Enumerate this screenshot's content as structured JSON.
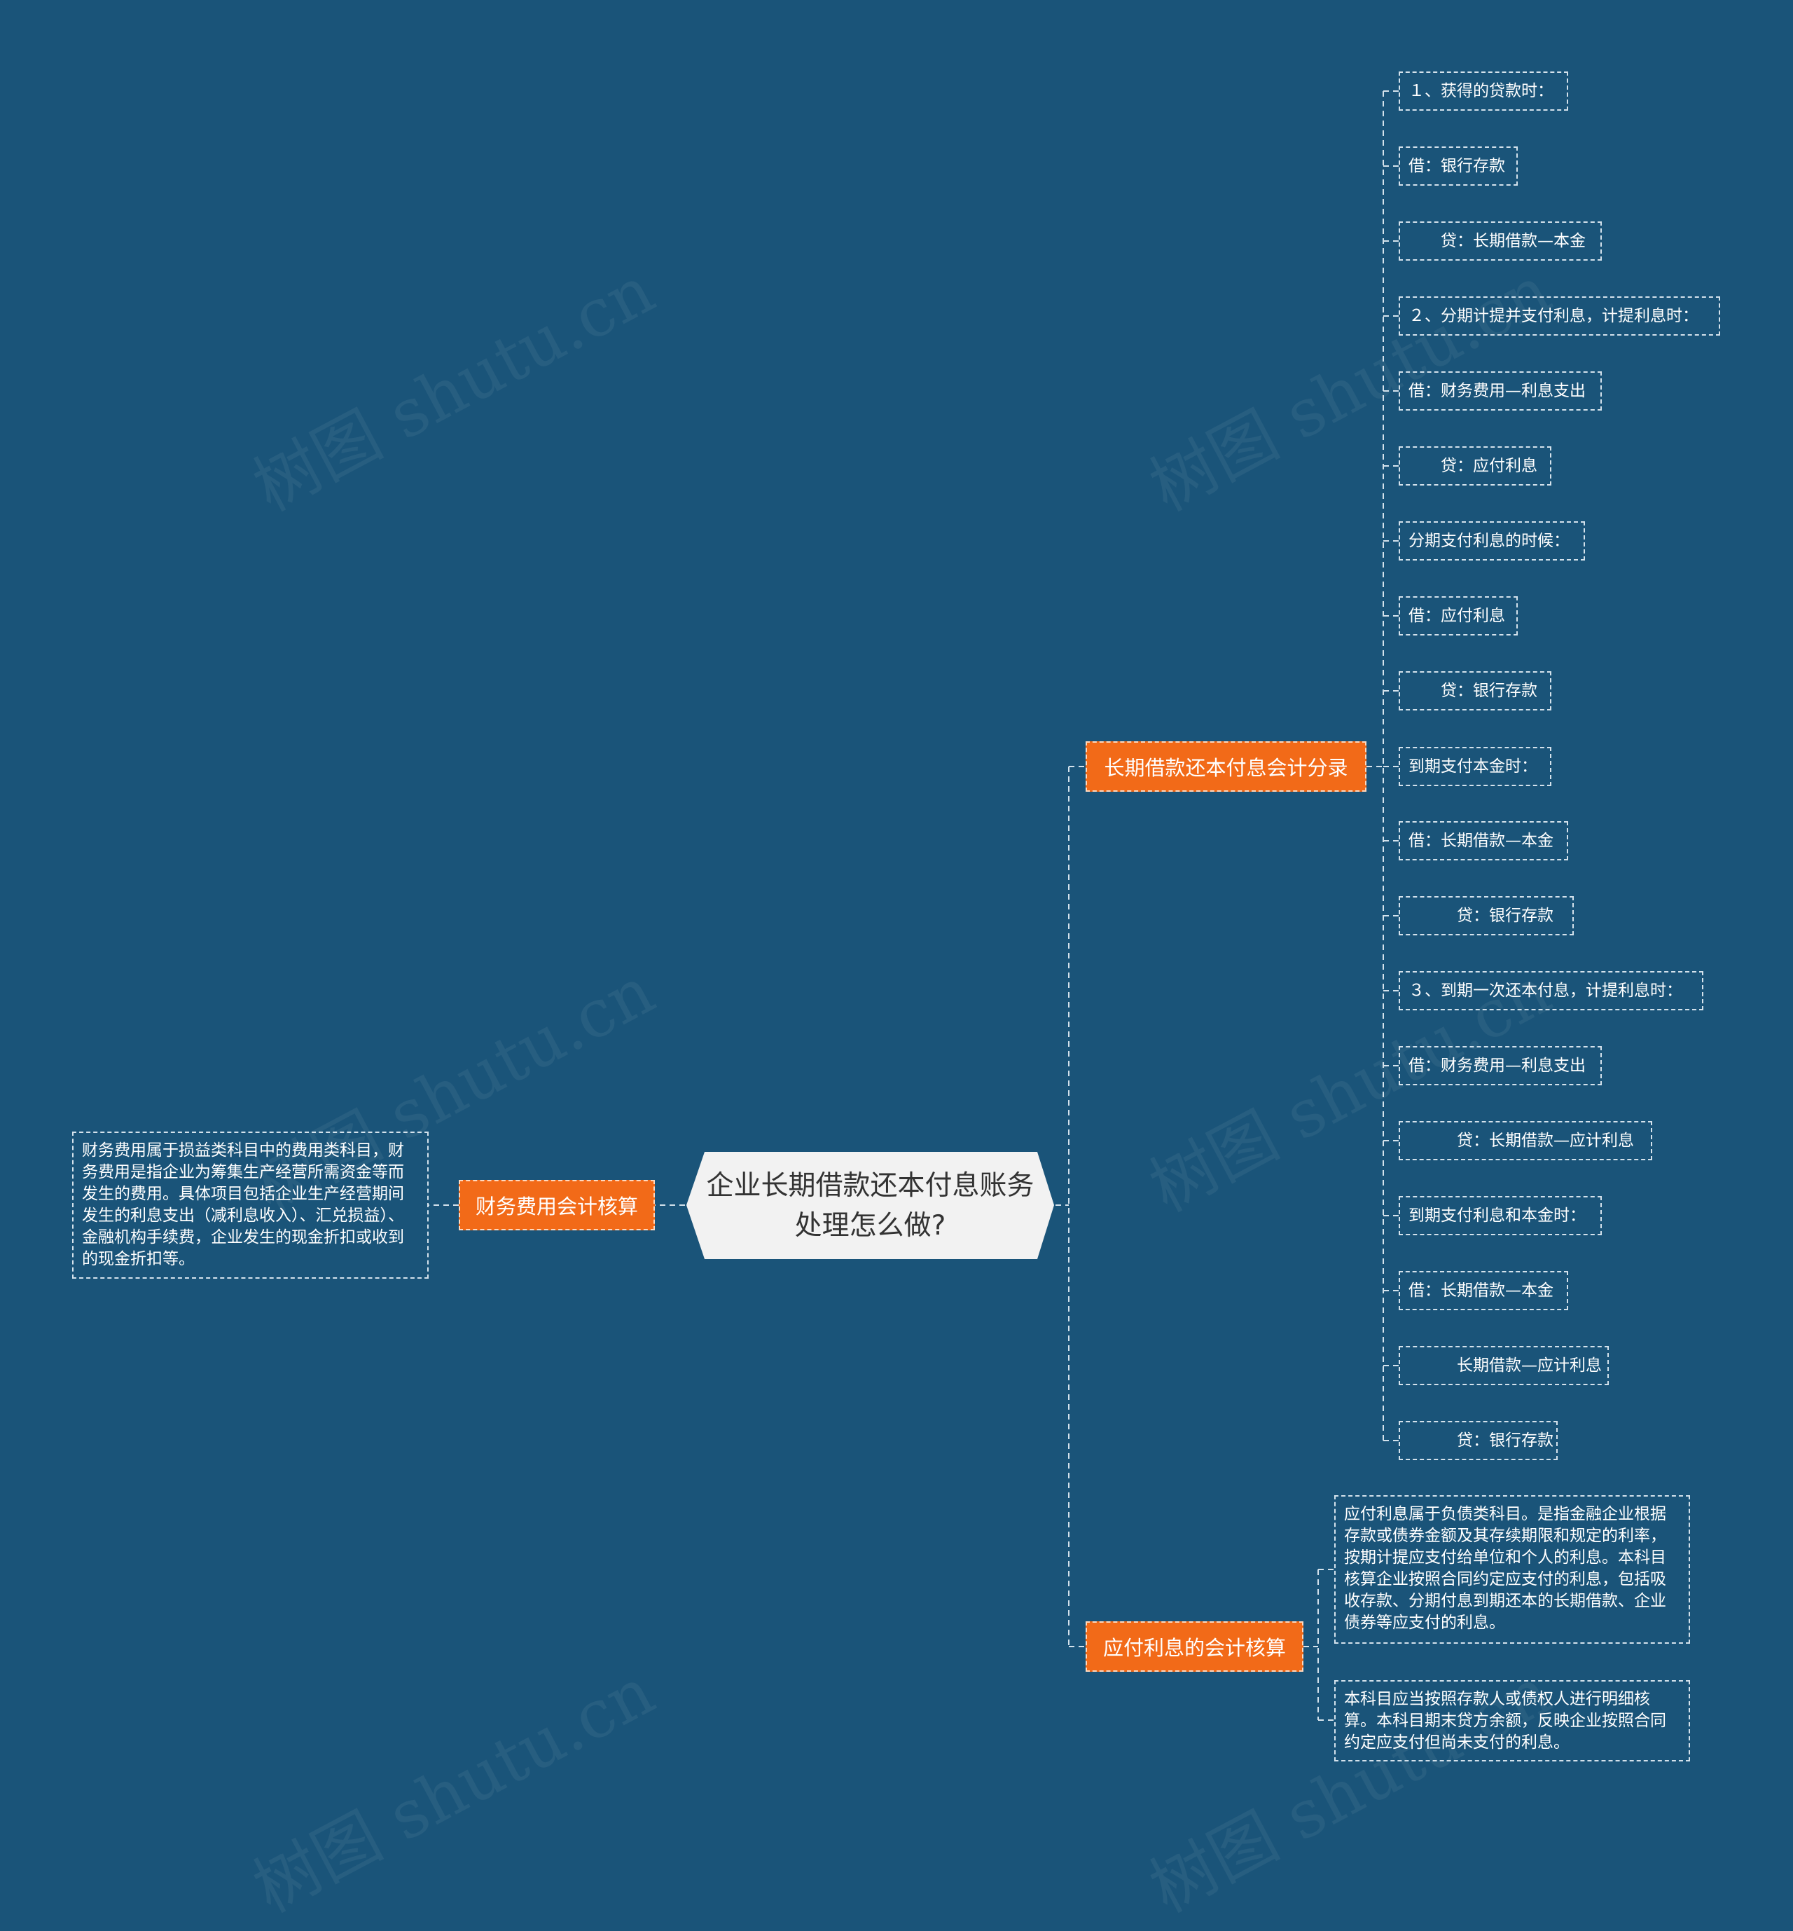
{
  "root": {
    "title": "企业长期借款还本付息账务处理怎么做?"
  },
  "left_branch": {
    "label": "财务费用会计核算",
    "text": "财务费用属于损益类科目中的费用类科目，财务费用是指企业为筹集生产经营所需资金等而发生的费用。具体项目包括企业生产经营期间发生的利息支出（减利息收入）、汇兑损益）、金融机构手续费，企业发生的现金折扣或收到的现金折扣等。"
  },
  "branch_entries": {
    "label": "长期借款还本付息会计分录",
    "items": [
      "１、获得的贷款时：",
      "借：银行存款",
      "　　贷：长期借款—本金",
      "２、分期计提并支付利息，计提利息时：",
      "借：财务费用—利息支出",
      "　　贷：应付利息",
      "分期支付利息的时候：",
      "借：应付利息",
      "　　贷：银行存款",
      "到期支付本金时：",
      "借：长期借款—本金",
      "　　　贷：银行存款",
      "３、到期一次还本付息，计提利息时：",
      "借：财务费用—利息支出",
      "　　　贷：长期借款—应计利息",
      "到期支付利息和本金时：",
      "借：长期借款—本金",
      "　　　长期借款—应计利息",
      "　　　贷：银行存款"
    ]
  },
  "branch_interest": {
    "label": "应付利息的会计核算",
    "texts": [
      "应付利息属于负债类科目。是指金融企业根据存款或债券金额及其存续期限和规定的利率，按期计提应支付给单位和个人的利息。本科目核算企业按照合同约定应支付的利息，包括吸收存款、分期付息到期还本的长期借款、企业债券等应支付的利息。",
      "本科目应当按照存款人或债权人进行明细核算。本科目期末贷方余额，反映企业按照合同约定应支付但尚未支付的利息。"
    ]
  },
  "watermark": "树图 shutu.cn",
  "colors": {
    "background": "#1a5479",
    "branch": "#f26a18",
    "root_fill": "#f2f2f2",
    "line": "#d4e2ec"
  }
}
